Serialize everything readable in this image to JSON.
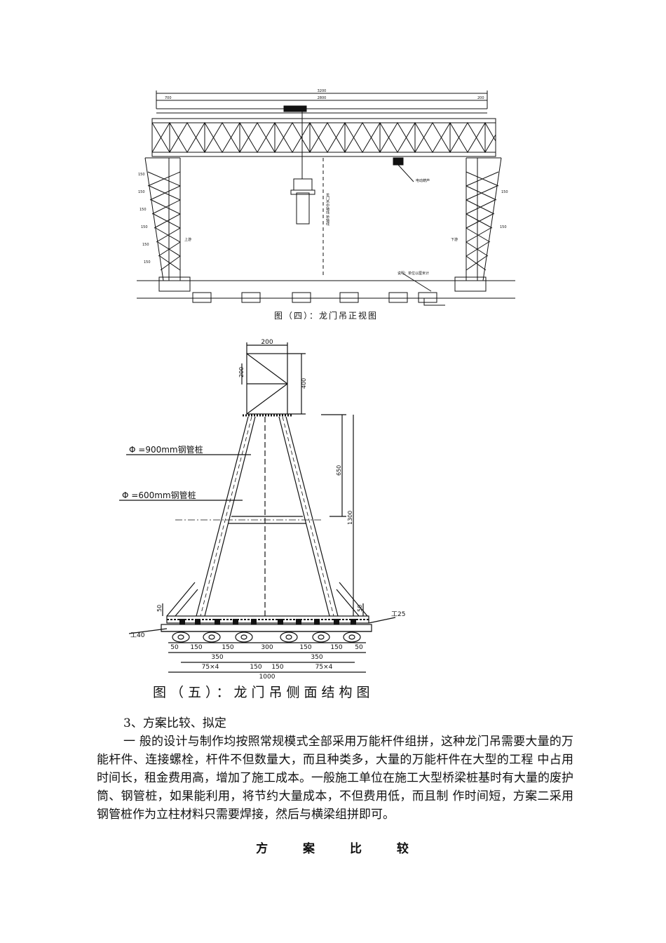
{
  "figure4": {
    "caption": "图（四）：龙门吊正视图",
    "dims": {
      "total": "3200",
      "left": "700",
      "mid": "2800",
      "right": "200"
    },
    "side_labels": [
      "150",
      "150",
      "150",
      "150",
      "150",
      "150",
      "150",
      "150"
    ],
    "labels": {
      "left_side": "上游",
      "right_side": "下游",
      "vertical_note": "龙门吊中轴线 桥轴线",
      "hoist_note": "电动葫芦",
      "note": "说明：单位以厘米计"
    }
  },
  "figure5": {
    "caption": "图（五）：龙门吊侧面结构图",
    "pile_900": "Φ =900mm钢管桩",
    "pile_600": "Φ =600mm钢管桩",
    "beam_top": "工25",
    "beam_bottom": "工40",
    "dims": {
      "top_width": "200",
      "box_inner": "200",
      "box_height": "400",
      "upper": "650",
      "total_height": "1300",
      "base_left": "50",
      "base_right": "50",
      "bottom_row": [
        "50",
        "150",
        "150",
        "300",
        "150",
        "150",
        "50"
      ],
      "row2": [
        "350",
        "350"
      ],
      "row3": [
        "75×4",
        "150",
        "150",
        "75×4"
      ],
      "overall": "1000"
    }
  },
  "section": {
    "heading": "3、方案比较、拟定",
    "paragraph": "一 般的设计与制作均按照常规模式全部采用万能杆件组拼，这种龙门吊需要大量的万能杆件、连接螺栓，杆件不但数量大，而且种类多，大量的万能杆件在大型的工程 中占用时间长，租金费用高，增加了施工成本。一般施工单位在施工大型桥梁桩基时有大量的废护筒、钢管桩，如果能利用，将节约大量成本，不但费用低，而且制 作时间短，方案二采用钢管桩作为立柱材料只需要焊接，然后与横梁组拼即可。",
    "title": "方 案 比 较"
  }
}
